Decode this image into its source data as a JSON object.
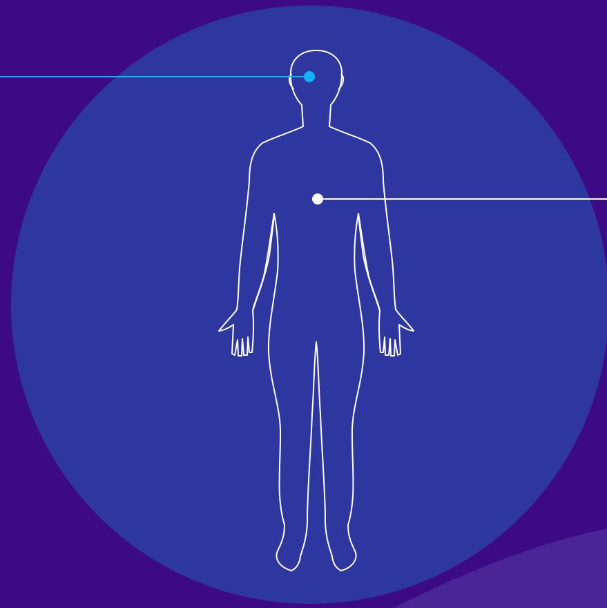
{
  "colors": {
    "background": "#3d0a85",
    "circle": "#2e36a0",
    "wave": "#4a2596",
    "figure_outline": "#ffffff",
    "head_marker": "#0fb4f0",
    "chest_marker": "#ffffff"
  },
  "figure": {
    "icon": "human-body-outline-icon",
    "pose": "front-standing"
  },
  "markers": [
    {
      "name": "head-marker",
      "region": "head",
      "side": "left"
    },
    {
      "name": "chest-marker",
      "region": "chest",
      "side": "right"
    }
  ]
}
